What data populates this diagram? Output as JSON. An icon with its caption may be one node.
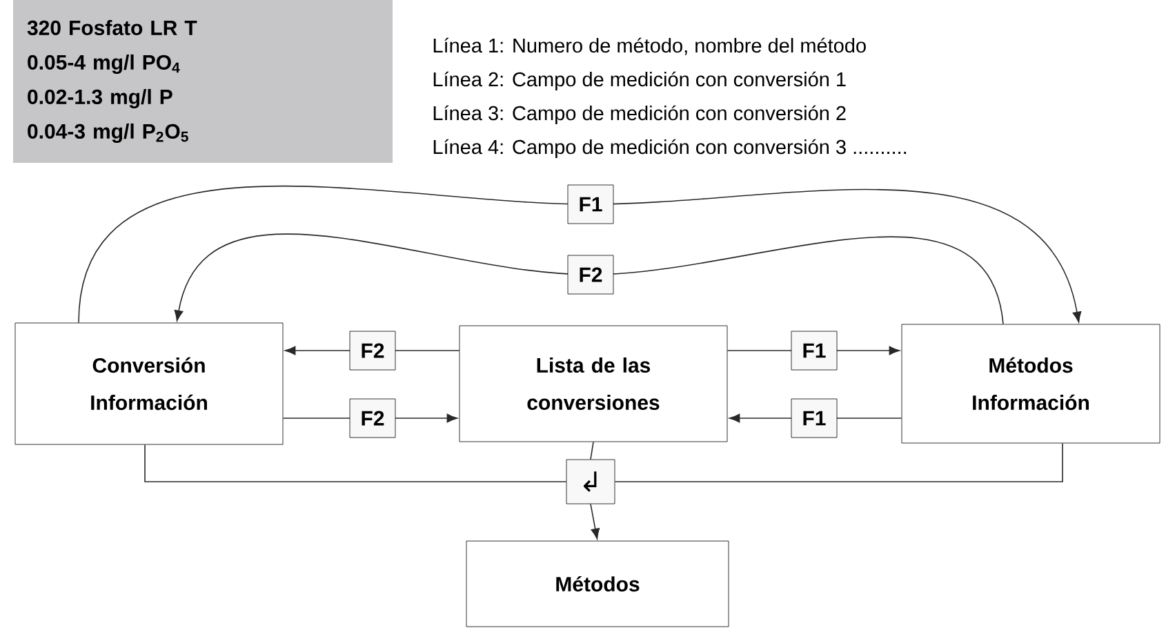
{
  "diagram": {
    "nodes": [
      {
        "text": [
          "320 Fosfato LR T",
          "0.05-4 mg/l PO$_{4}$",
          "0.02-1.3 mg/l P",
          "0.04-3 mg/l P$_{2}$O$_{5}$"
        ]
      },
      {
        "text": [
          "Conversión Información"
        ]
      },
      {
        "text": [
          "Lista de las conversiones"
        ]
      },
      {
        "text": [
          "Métodos Información"
        ]
      },
      {
        "text": [
          "Métodos"
        ]
      },
      {
        "text": [
          "↲"
        ]
      }
    ],
    "edges": [
      {
        "from": 1,
        "to": 3,
        "arrow": "to",
        "label": "F1"
      },
      {
        "from": 3,
        "to": 1,
        "arrow": "to",
        "label": "F2"
      },
      {
        "from": 2,
        "to": 1,
        "arrow": "to",
        "label": "F2"
      },
      {
        "from": 1,
        "to": 2,
        "arrow": "to",
        "label": "F2"
      },
      {
        "from": 2,
        "to": 3,
        "arrow": "to",
        "label": "F1"
      },
      {
        "from": 3,
        "to": 2,
        "arrow": "to",
        "label": "F1"
      },
      {
        "from": 1,
        "to": 5,
        "arrow": "none"
      },
      {
        "from": 2,
        "to": 5,
        "arrow": "none"
      },
      {
        "from": 3,
        "to": 5,
        "arrow": "none"
      },
      {
        "from": 5,
        "to": 4,
        "arrow": "to"
      }
    ],
    "labels": [
      "Línea 1: Numero de método, nombre del método",
      "Línea 2: Campo de medición con conversión 1",
      "Línea 3: Campo de medición con conversión 2",
      "Línea 4: Campo de medición con conversión 3 .........."
    ]
  }
}
